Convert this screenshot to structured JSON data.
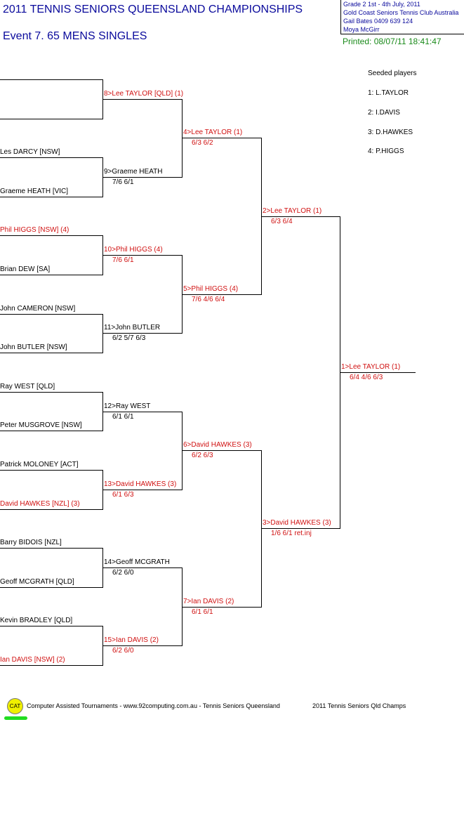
{
  "header": {
    "title": "2011 TENNIS SENIORS QUEENSLAND CHAMPIONSHIPS",
    "event": "Event 7. 65  MENS SINGLES",
    "info_lines": [
      "Grade 2    1st - 4th July, 2011",
      "Gold Coast Seniors Tennis Club    Australia",
      "Gail Bates    0409 639 124",
      "Moya McGirr"
    ],
    "printed": "Printed: 08/07/11 18:41:47"
  },
  "seeds": {
    "title": "Seeded players",
    "list": [
      "1: L.TAYLOR",
      "2: I.DAVIS",
      "3: D.HAWKES",
      "4: P.HIGGS"
    ]
  },
  "round1": [
    {
      "name": "",
      "seeded": false
    },
    {
      "name": "",
      "seeded": false
    },
    {
      "name": "Les DARCY [NSW]",
      "seeded": false
    },
    {
      "name": "Graeme HEATH [VIC]",
      "seeded": false
    },
    {
      "name": "Phil HIGGS [NSW] (4)",
      "seeded": true
    },
    {
      "name": "Brian DEW [SA]",
      "seeded": false
    },
    {
      "name": "John CAMERON [NSW]",
      "seeded": false
    },
    {
      "name": "John BUTLER [NSW]",
      "seeded": false
    },
    {
      "name": "Ray WEST [QLD]",
      "seeded": false
    },
    {
      "name": "Peter MUSGROVE [NSW]",
      "seeded": false
    },
    {
      "name": "Patrick MOLONEY [ACT]",
      "seeded": false
    },
    {
      "name": "David HAWKES [NZL] (3)",
      "seeded": true
    },
    {
      "name": "Barry BIDOIS [NZL]",
      "seeded": false
    },
    {
      "name": "Geoff MCGRATH [QLD]",
      "seeded": false
    },
    {
      "name": "Kevin BRADLEY [QLD]",
      "seeded": false
    },
    {
      "name": "Ian DAVIS [NSW] (2)",
      "seeded": true
    }
  ],
  "round2": [
    {
      "name": "8>Lee TAYLOR [QLD] (1)",
      "score": "",
      "seeded": true
    },
    {
      "name": "9>Graeme HEATH",
      "score": "7/6 6/1",
      "seeded": false
    },
    {
      "name": "10>Phil HIGGS (4)",
      "score": "7/6 6/1",
      "seeded": true
    },
    {
      "name": "11>John BUTLER",
      "score": "6/2 5/7 6/3",
      "seeded": false
    },
    {
      "name": "12>Ray WEST",
      "score": "6/1 6/1",
      "seeded": false
    },
    {
      "name": "13>David HAWKES (3)",
      "score": "6/1 6/3",
      "seeded": true
    },
    {
      "name": "14>Geoff MCGRATH",
      "score": "6/2 6/0",
      "seeded": false
    },
    {
      "name": "15>Ian DAVIS (2)",
      "score": "6/2 6/0",
      "seeded": true
    }
  ],
  "round3": [
    {
      "name": "4>Lee TAYLOR (1)",
      "score": "6/3 6/2",
      "seeded": true
    },
    {
      "name": "5>Phil HIGGS (4)",
      "score": "7/6 4/6 6/4",
      "seeded": true
    },
    {
      "name": "6>David HAWKES (3)",
      "score": "6/2 6/3",
      "seeded": true
    },
    {
      "name": "7>Ian DAVIS (2)",
      "score": "6/1 6/1",
      "seeded": true
    }
  ],
  "round4": [
    {
      "name": "2>Lee TAYLOR (1)",
      "score": "6/3 6/4",
      "seeded": true
    },
    {
      "name": "3>David HAWKES (3)",
      "score": "1/6 6/1 ret.inj",
      "seeded": true
    }
  ],
  "final": {
    "name": "1>Lee TAYLOR (1)",
    "score": "6/4 4/6 6/3",
    "seeded": true
  },
  "footer": {
    "logo": "CAT",
    "credit": "Computer Assisted Tournaments - www.92computing.com.au -  Tennis Seniors Queensland",
    "event_short": "2011 Tennis Seniors Qld Champs"
  },
  "colors": {
    "seeded": "#d01010",
    "title": "#0a0a9c",
    "printed": "#1a8a1a"
  }
}
